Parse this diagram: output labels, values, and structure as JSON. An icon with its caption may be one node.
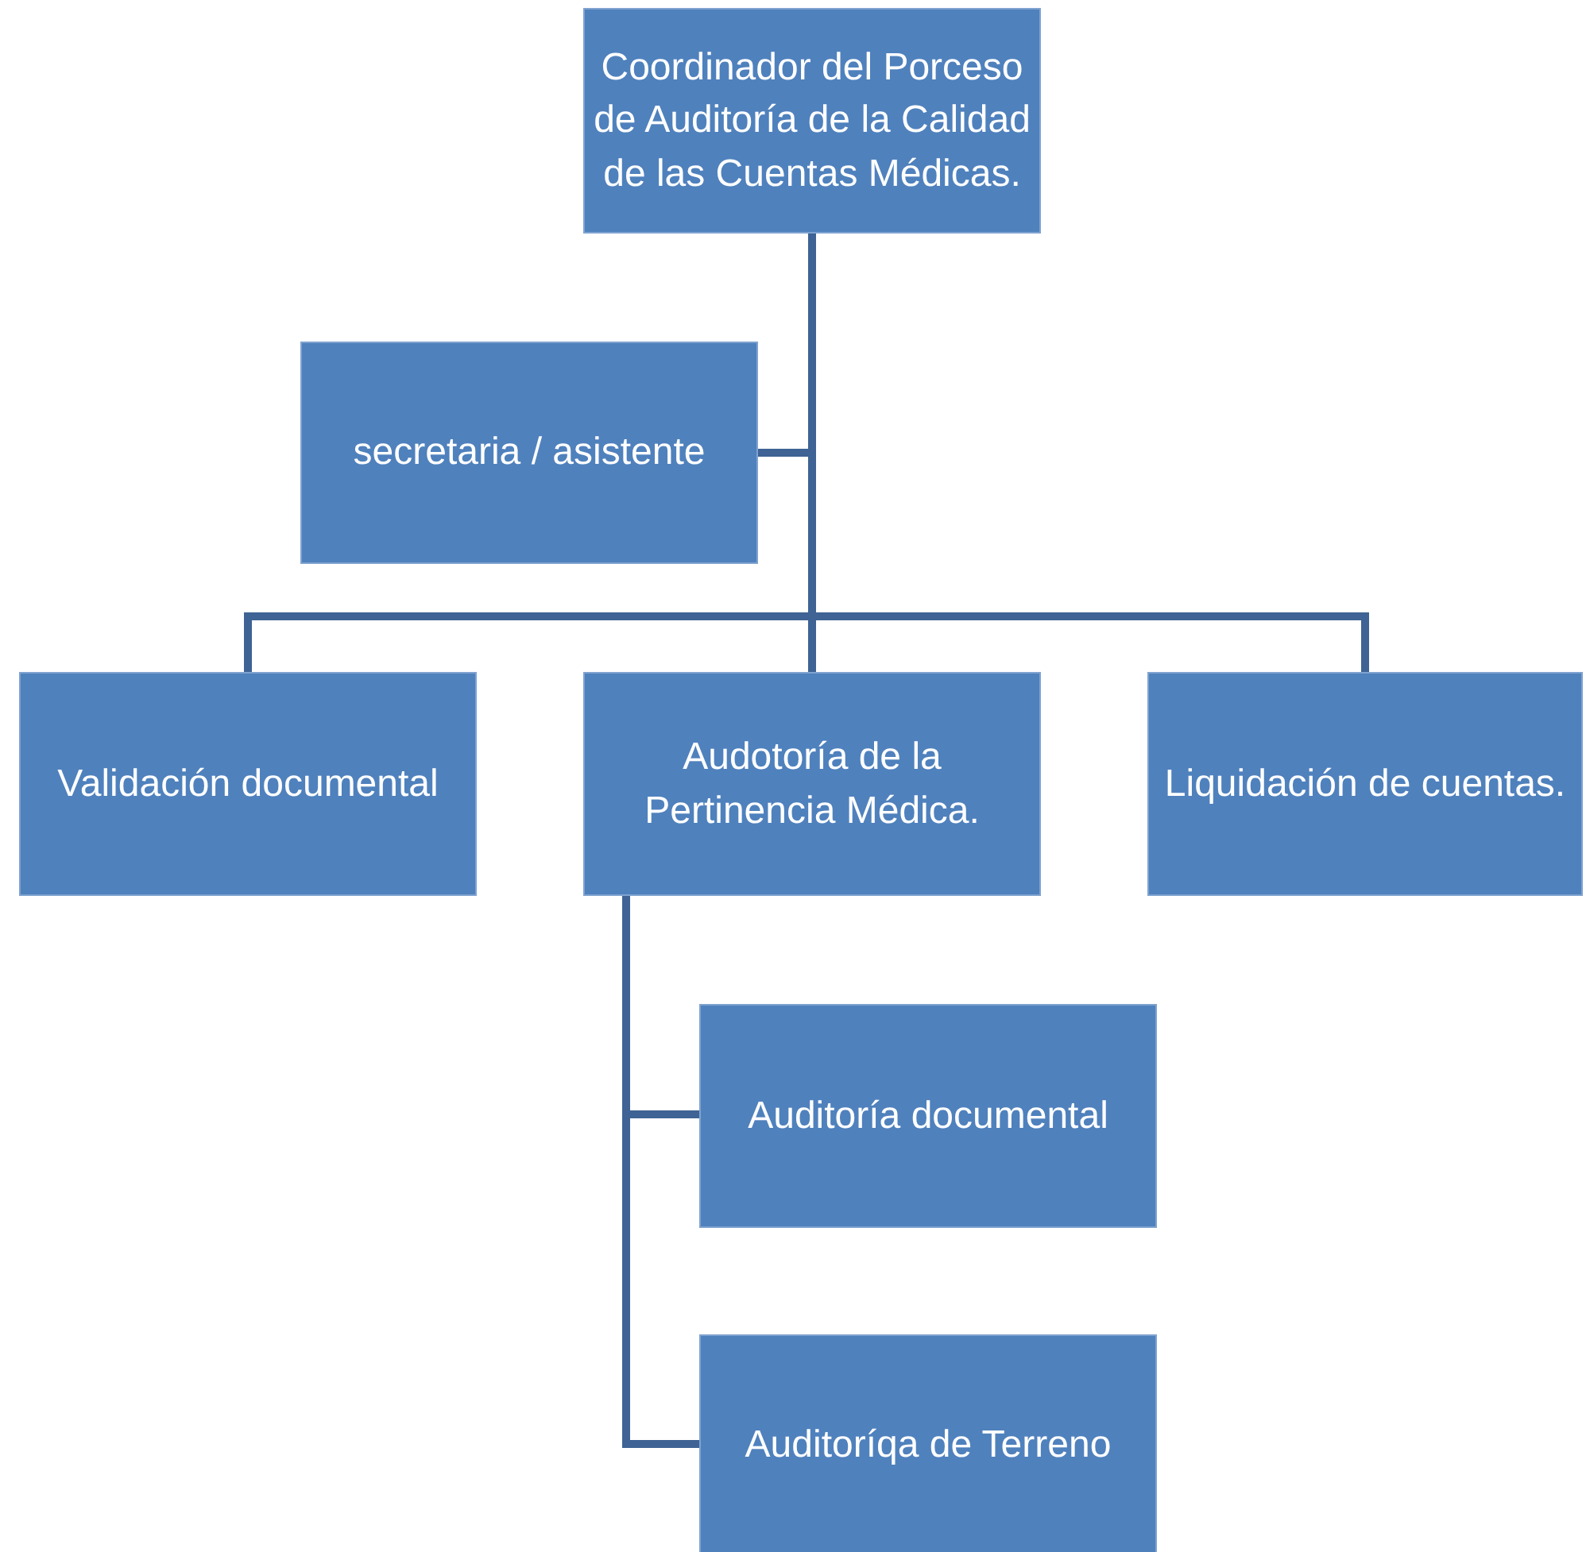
{
  "diagram": {
    "nodes": [
      {
        "text": [
          "Coordinador del Porceso de Auditoría de la Calidad de las Cuentas Médicas."
        ]
      },
      {
        "text": [
          "secretaria / asistente"
        ]
      },
      {
        "text": [
          "Validación documental"
        ]
      },
      {
        "text": [
          "Audotoría de la Pertinencia Médica."
        ]
      },
      {
        "text": [
          "Liquidación de cuentas."
        ]
      },
      {
        "text": [
          "Auditoría documental"
        ]
      },
      {
        "text": [
          "Auditoríqa de Terreno"
        ]
      }
    ],
    "edges": [
      {
        "from": 0,
        "to": 1,
        "arrow": "none"
      },
      {
        "from": 0,
        "to": 2,
        "arrow": "none"
      },
      {
        "from": 0,
        "to": 3,
        "arrow": "none"
      },
      {
        "from": 0,
        "to": 4,
        "arrow": "none"
      },
      {
        "from": 3,
        "to": 5,
        "arrow": "none"
      },
      {
        "from": 3,
        "to": 6,
        "arrow": "none"
      }
    ]
  }
}
